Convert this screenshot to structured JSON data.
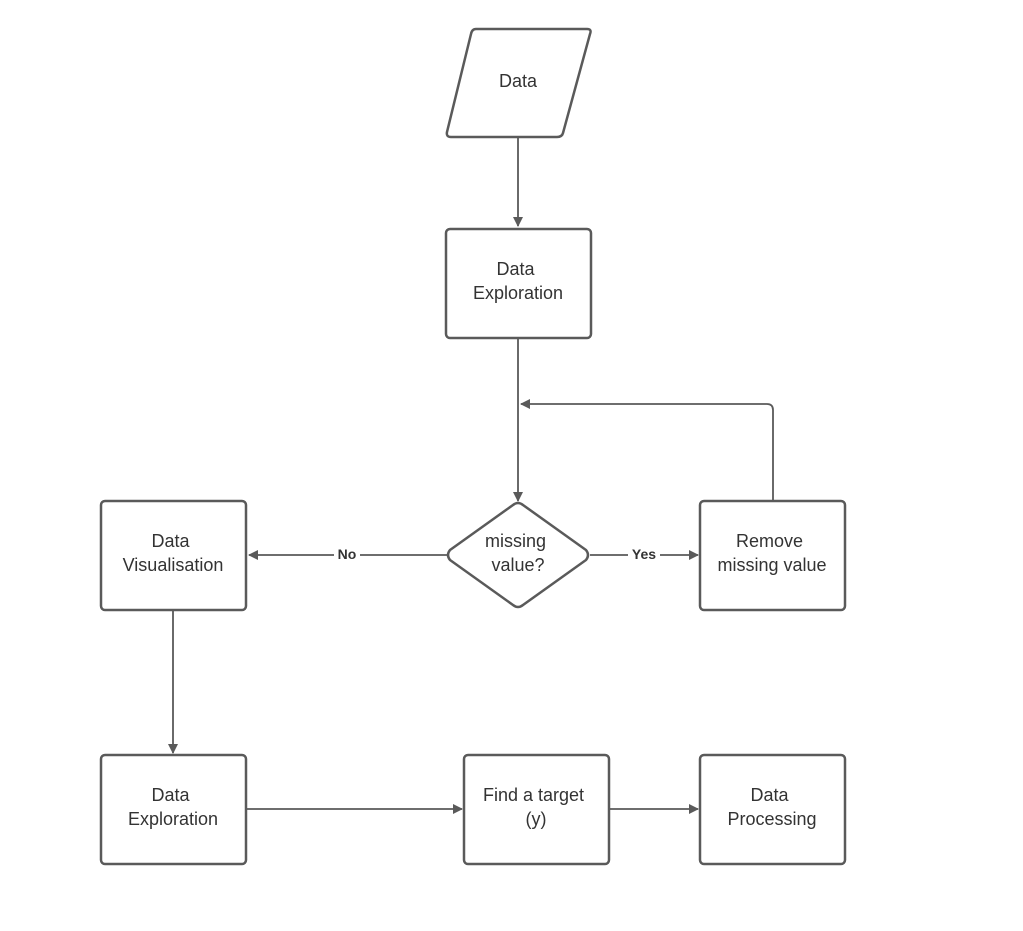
{
  "nodes": {
    "data_input": {
      "lines": [
        "Data"
      ]
    },
    "data_exploration_top": {
      "lines": [
        "Data",
        "Exploration"
      ]
    },
    "missing_value_decision": {
      "lines": [
        "missing",
        "value?"
      ]
    },
    "remove_missing_value": {
      "lines": [
        "Remove",
        "missing value"
      ]
    },
    "data_visualisation": {
      "lines": [
        "Data",
        "Visualisation"
      ]
    },
    "data_exploration_bottom": {
      "lines": [
        "Data",
        "Exploration"
      ]
    },
    "find_target": {
      "lines": [
        "Find a target",
        "(y)"
      ]
    },
    "data_processing": {
      "lines": [
        "Data",
        "Processing"
      ]
    }
  },
  "edges": {
    "no_label": "No",
    "yes_label": "Yes"
  },
  "colors": {
    "stroke": "#5a5a5a",
    "text": "#333333",
    "background": "#ffffff"
  }
}
